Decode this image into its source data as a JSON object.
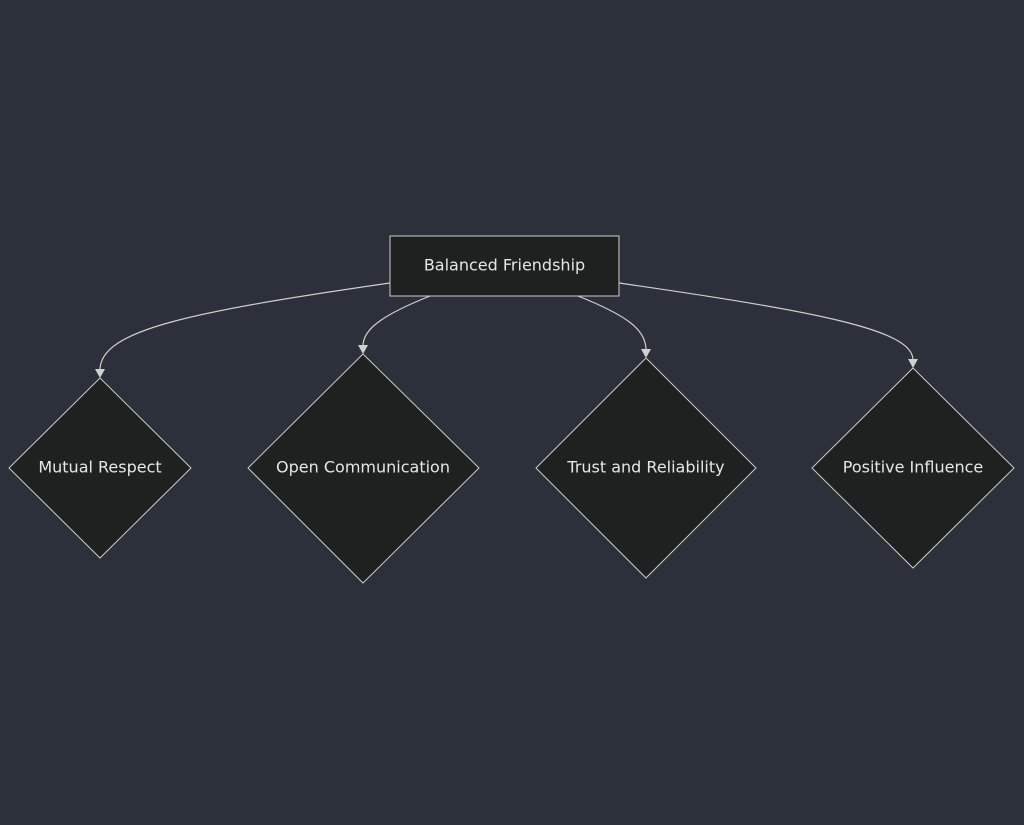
{
  "diagram": {
    "root": {
      "id": "root",
      "label": "Balanced Friendship"
    },
    "children": [
      {
        "id": "mutual-respect",
        "label": "Mutual Respect"
      },
      {
        "id": "open-communication",
        "label": "Open Communication"
      },
      {
        "id": "trust-and-reliability",
        "label": "Trust and Reliability"
      },
      {
        "id": "positive-influence",
        "label": "Positive Influence"
      }
    ]
  },
  "colors": {
    "background": "#2b303b",
    "node_fill": "#1f2020",
    "node_stroke": "#cccccc",
    "edge": "#d0d0d0",
    "text": "#e6e6e6"
  }
}
